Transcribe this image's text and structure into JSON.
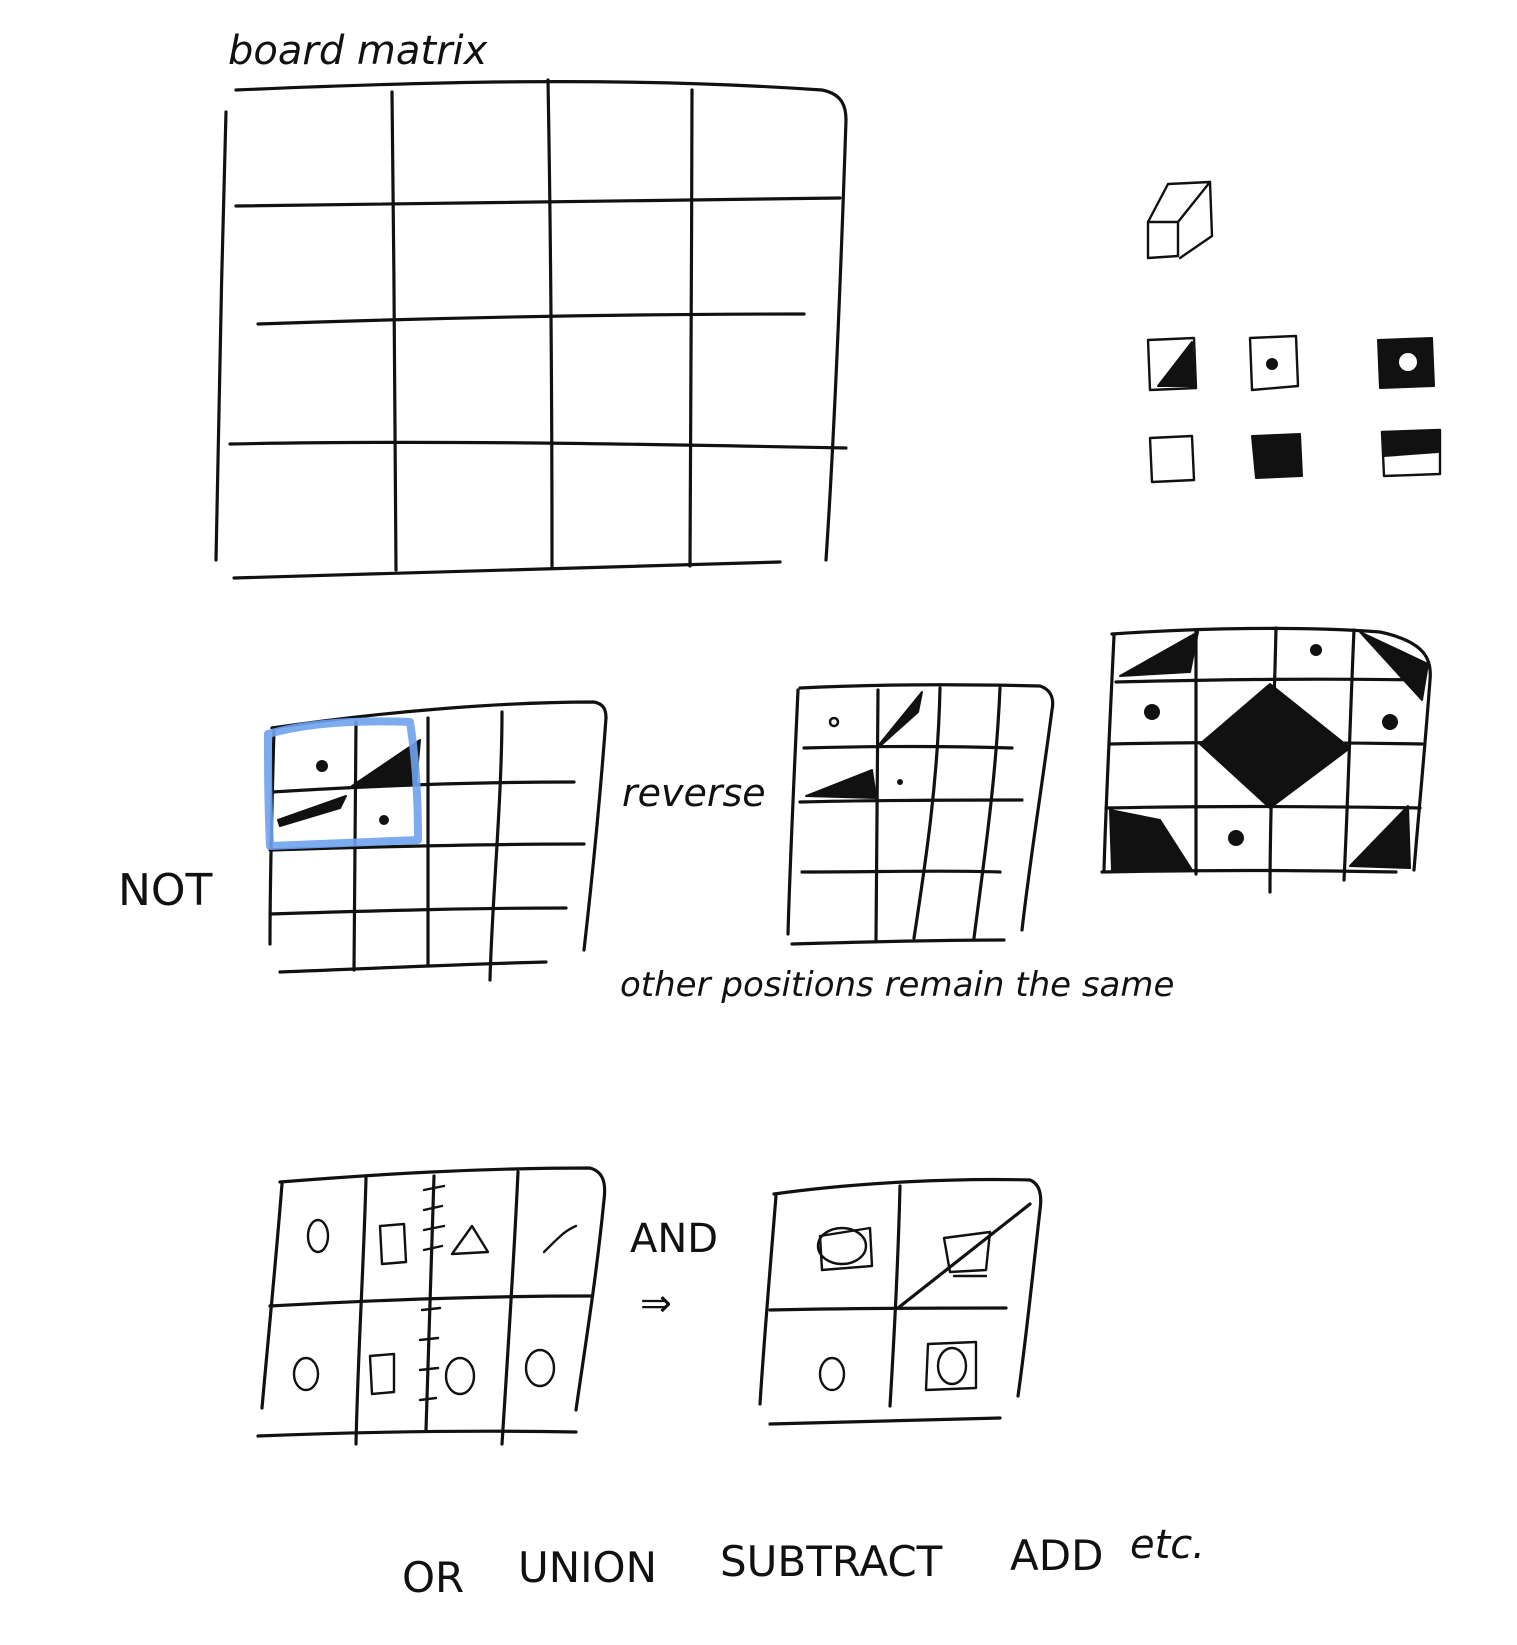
{
  "labels": {
    "board_matrix": "board matrix",
    "not": "NOT",
    "reverse": "reverse",
    "other_positions": "other positions remain the same",
    "and": "AND",
    "arrow": "⇒",
    "ops_or": "OR",
    "ops_union": "UNION",
    "ops_subtract": "SUBTRACT",
    "ops_add": "ADD",
    "ops_etc": "etc."
  },
  "colors": {
    "ink": "#111111",
    "highlight": "#6fa2ee",
    "paper": "#ffffff"
  },
  "tile_icons": [
    "cube-icon",
    "half-diagonal-tile-icon",
    "dot-tile-icon",
    "filled-dot-tile-icon",
    "empty-tile-icon",
    "filled-tile-icon",
    "half-filled-tile-icon"
  ]
}
